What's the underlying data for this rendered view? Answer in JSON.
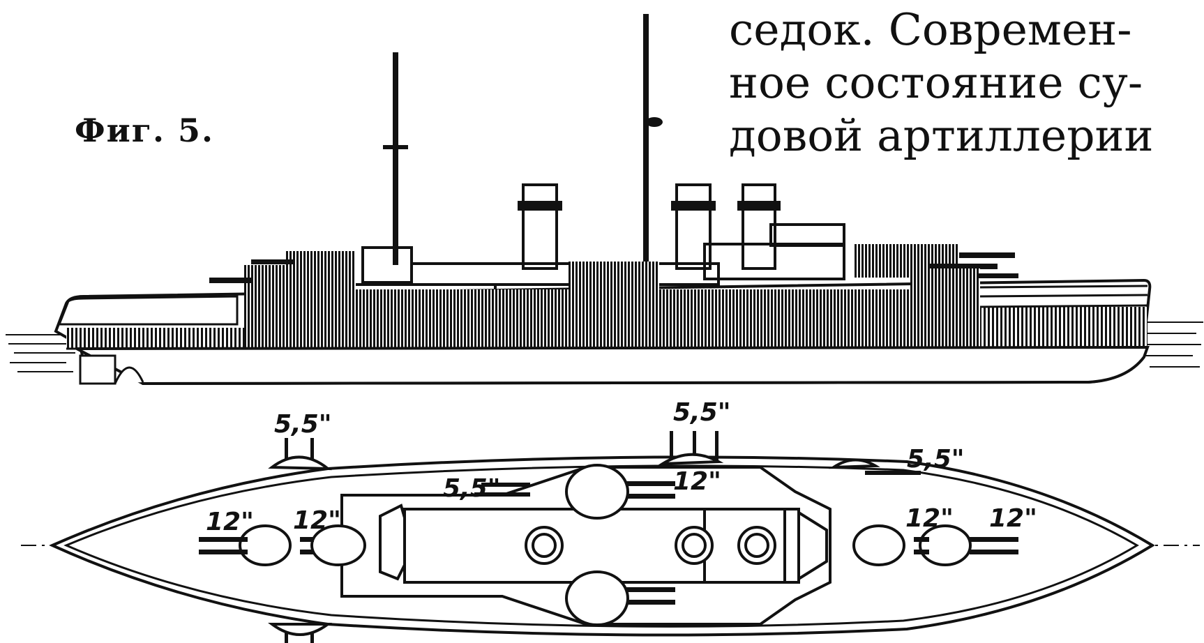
{
  "figure": {
    "label": "Фиг. 5."
  },
  "text": {
    "lines": [
      "седок. Современ-",
      "ное состояние су-",
      "довой артиллерии"
    ]
  },
  "calibers": {
    "secondary": "5,5\"",
    "main": "12\""
  },
  "colors": {
    "ink": "#111111",
    "paper": "#ffffff"
  }
}
